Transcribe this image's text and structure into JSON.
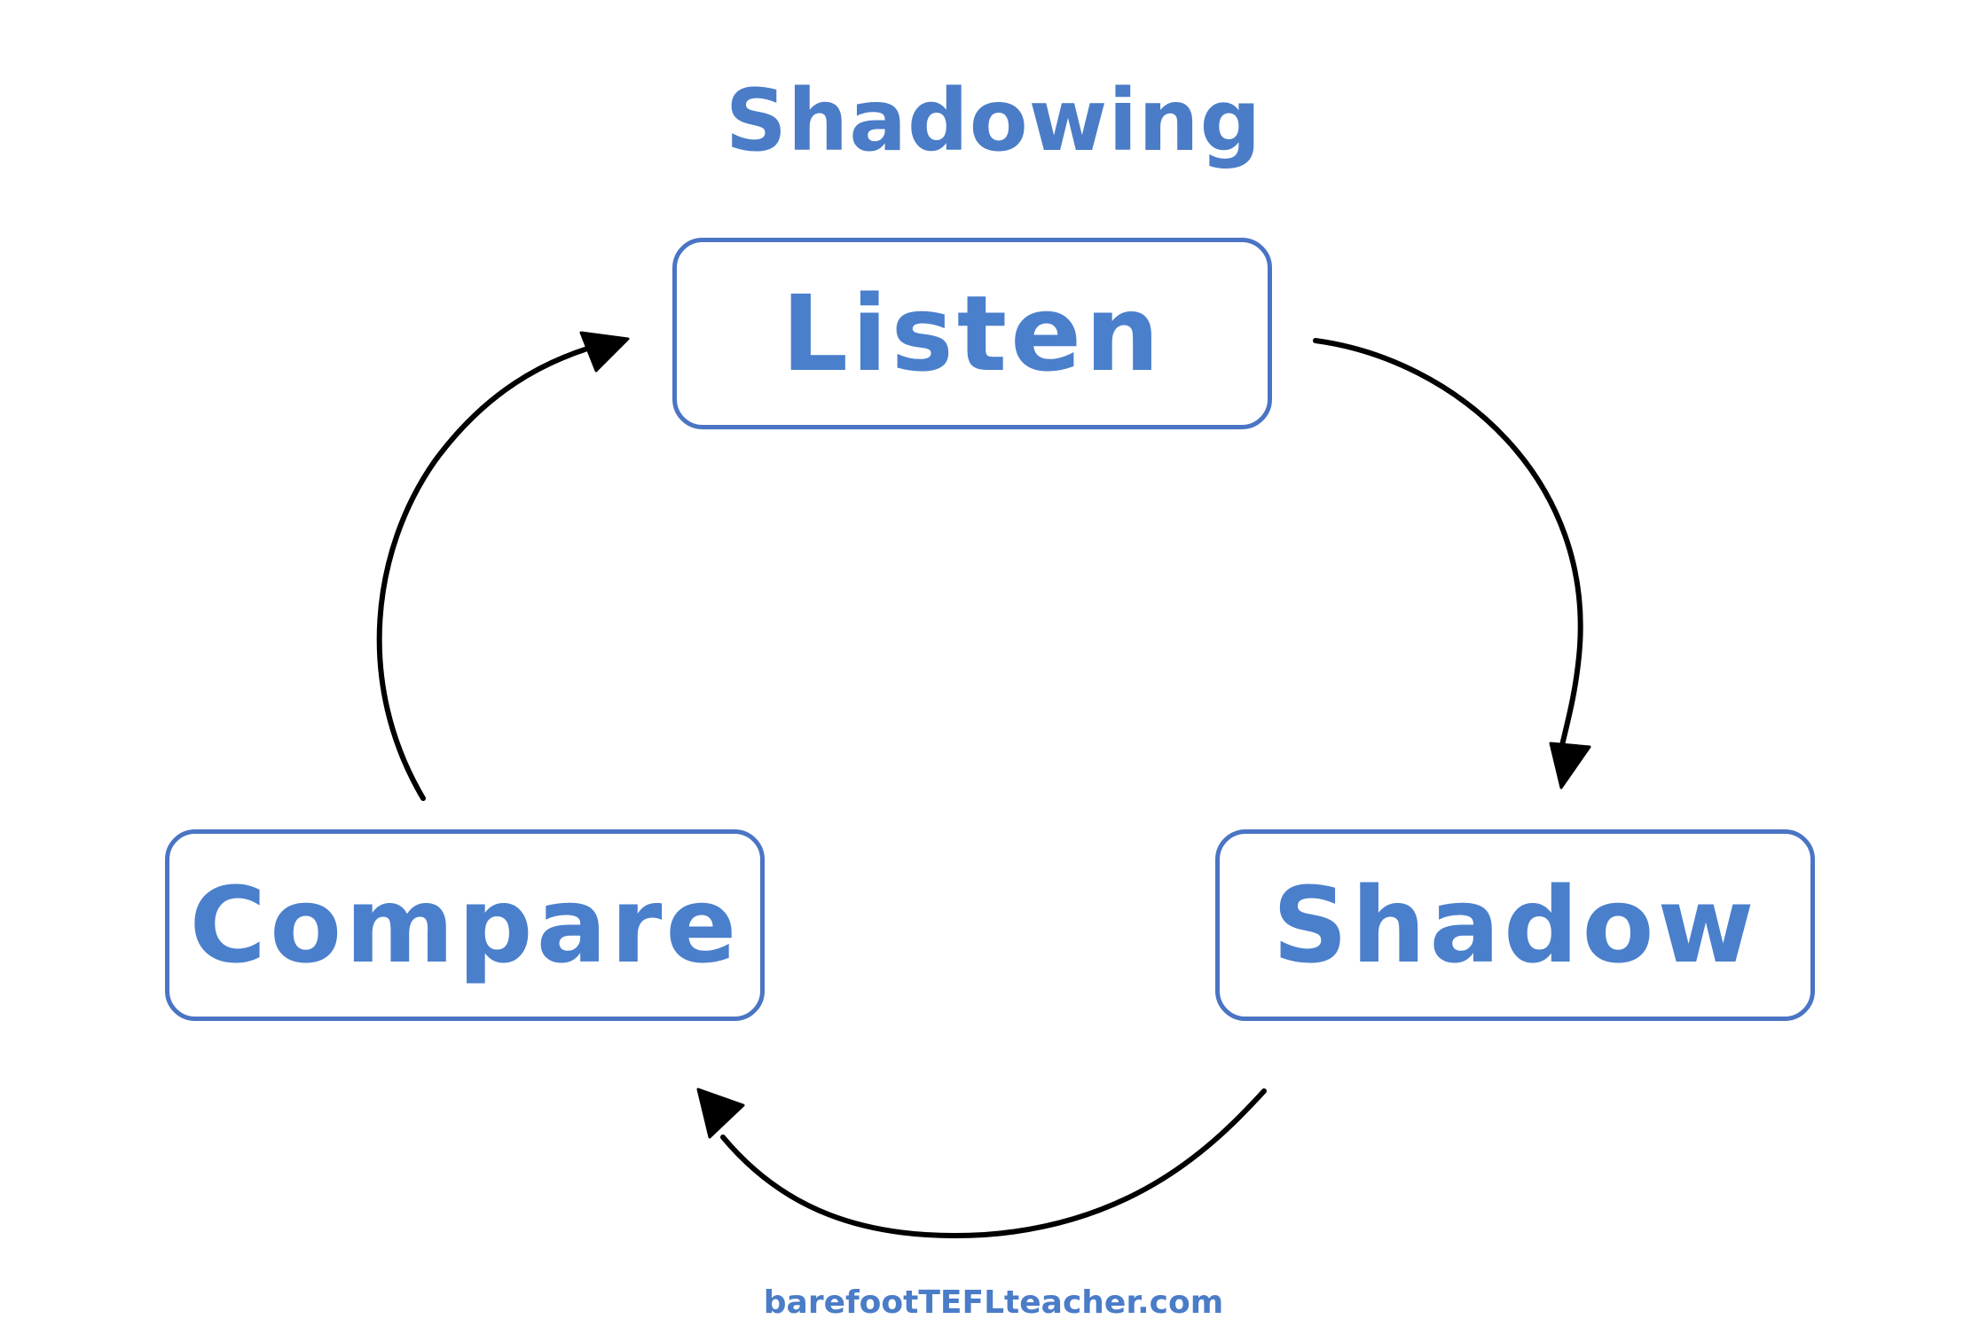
{
  "title": "Shadowing",
  "nodes": {
    "listen": "Listen",
    "shadow": "Shadow",
    "compare": "Compare"
  },
  "footer": "barefootTEFLteacher.com",
  "colors": {
    "accent": "#4a7cc7",
    "arrow": "#000000",
    "background": "#ffffff"
  },
  "cycle": [
    "Listen",
    "Shadow",
    "Compare"
  ]
}
